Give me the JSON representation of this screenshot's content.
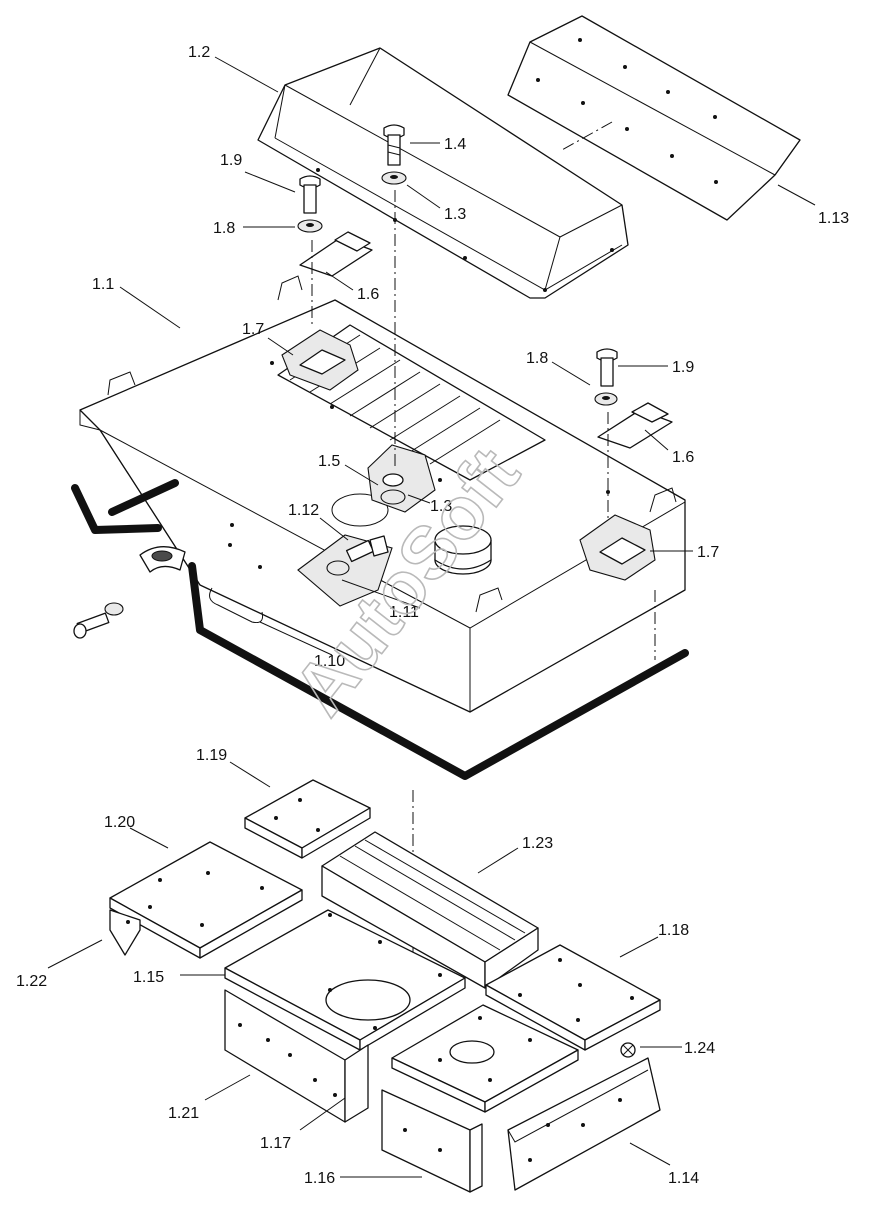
{
  "watermark": "AutoSoft",
  "callouts": {
    "c1_1": "1.1",
    "c1_2": "1.2",
    "c1_3a": "1.3",
    "c1_3b": "1.3",
    "c1_4": "1.4",
    "c1_5": "1.5",
    "c1_6a": "1.6",
    "c1_6b": "1.6",
    "c1_7a": "1.7",
    "c1_7b": "1.7",
    "c1_8a": "1.8",
    "c1_8b": "1.8",
    "c1_9a": "1.9",
    "c1_9b": "1.9",
    "c1_10": "1.10",
    "c1_11": "1.11",
    "c1_12": "1.12",
    "c1_13": "1.13",
    "c1_14": "1.14",
    "c1_15": "1.15",
    "c1_16": "1.16",
    "c1_17": "1.17",
    "c1_18": "1.18",
    "c1_19": "1.19",
    "c1_20": "1.20",
    "c1_21": "1.21",
    "c1_22": "1.22",
    "c1_23": "1.23",
    "c1_24": "1.24"
  }
}
